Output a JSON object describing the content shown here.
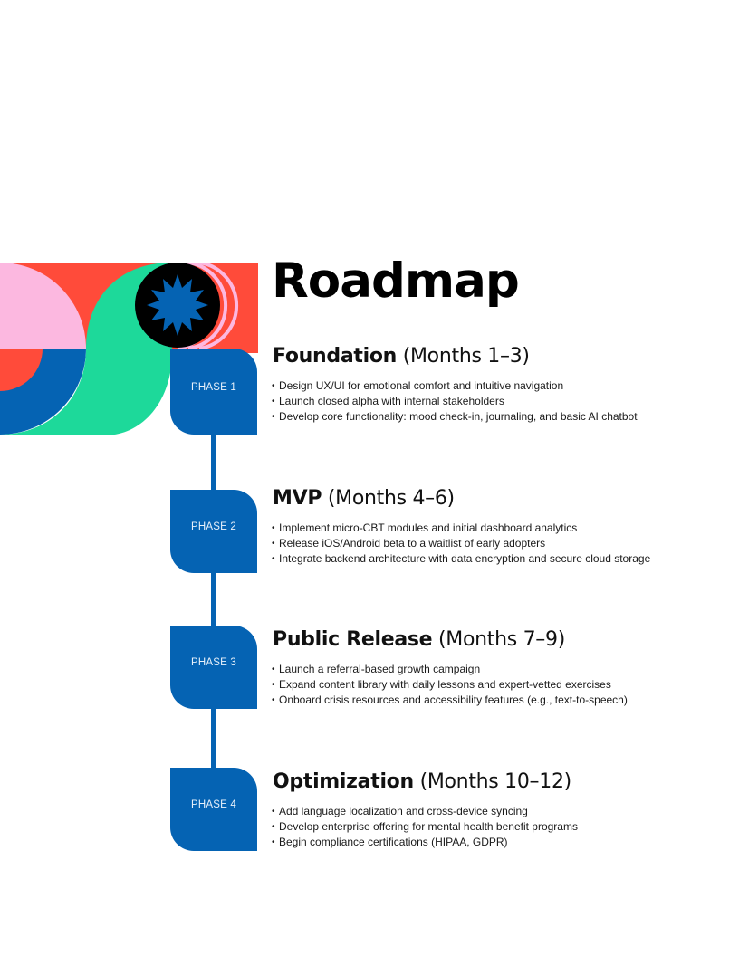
{
  "page": {
    "title": "Roadmap"
  },
  "colors": {
    "blue": "#0563b3",
    "red": "#ff4b3a",
    "pink": "#fcb8e0",
    "green": "#1dd99a",
    "black": "#000000"
  },
  "phases": [
    {
      "badge": "PHASE 1",
      "name": "Foundation",
      "period": "(Months 1–3)",
      "bullets": [
        "Design UX/UI for emotional comfort and intuitive navigation",
        "Launch closed alpha with internal stakeholders",
        "Develop core functionality: mood check-in, journaling, and basic AI chatbot"
      ]
    },
    {
      "badge": "PHASE 2",
      "name": "MVP",
      "period": "(Months 4–6)",
      "bullets": [
        "Implement micro-CBT modules and initial dashboard analytics",
        "Release iOS/Android beta to a waitlist of early adopters",
        "Integrate backend architecture with data encryption and secure cloud storage"
      ]
    },
    {
      "badge": "PHASE 3",
      "name": "Public Release",
      "period": "(Months 7–9)",
      "bullets": [
        "Launch a referral-based growth campaign",
        "Expand content library with daily lessons and expert-vetted exercises",
        "Onboard crisis resources and accessibility features (e.g., text-to-speech)"
      ]
    },
    {
      "badge": "PHASE 4",
      "name": "Optimization",
      "period": "(Months 10–12)",
      "bullets": [
        "Add language localization and cross-device syncing",
        "Develop enterprise offering for mental health benefit programs",
        "Begin compliance certifications (HIPAA, GDPR)"
      ]
    }
  ]
}
